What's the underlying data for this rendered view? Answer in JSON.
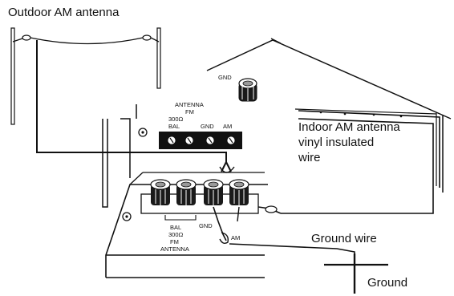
{
  "labels": {
    "outdoor_antenna": "Outdoor AM antenna",
    "indoor_line1": "Indoor AM antenna",
    "indoor_line2": "vinyl insulated",
    "indoor_line3": "wire",
    "ground_wire": "Ground wire",
    "ground": "Ground",
    "gnd_top": "GND",
    "panel_antenna": "ANTENNA",
    "panel_fm": "FM",
    "panel_300": "300Ω",
    "panel_bal": "BAL",
    "panel_gnd": "GND",
    "panel_am": "AM",
    "term_bal": "BAL",
    "term_300": "300Ω",
    "term_fm": "FM",
    "term_antenna": "ANTENNA",
    "term_gnd": "GND",
    "term_am": "AM"
  }
}
